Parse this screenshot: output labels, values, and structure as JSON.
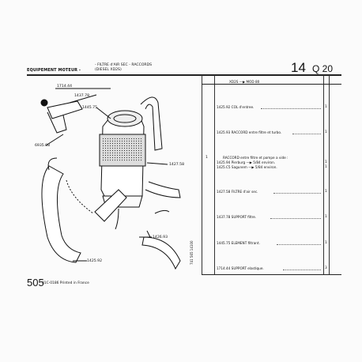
{
  "header": {
    "title": "EQUIPEMENT MOTEUR -",
    "sub_line1": "- FILTRE d'AIR SEC - RACCORDS",
    "sub_line2": "(DIESEL XD2S)",
    "section_number": "14",
    "section_code": "Q 20"
  },
  "drawing_labels": {
    "l1": "1714.44",
    "l2": "1437.78",
    "l3": "1445.75",
    "l4": "6935.08",
    "l5": "1427.58",
    "l6": "1426.93",
    "l7": "1425.92"
  },
  "right_column": {
    "marker_1": "1",
    "col_head": "XD2S",
    "col_head_suffix": "MOD 80"
  },
  "parts": [
    {
      "ref": "1425.92",
      "desc": "COL d'entree.",
      "qty": "1"
    },
    {
      "ref": "1425.93",
      "desc": "RACCORD entre filtre et turbo.",
      "qty": "1"
    },
    {
      "ref": "",
      "desc": "RACCORD entre filtre et pompe a vide :",
      "qty": ""
    },
    {
      "ref": "1425.94",
      "desc": "Pierburg",
      "desc2": "5/84 environ.",
      "qty": "1"
    },
    {
      "ref": "1425.C5",
      "desc": "Sagunem",
      "desc2": "5/84 environ.",
      "qty": "1"
    },
    {
      "ref": "1427.58",
      "desc": "FILTRE d'air sec.",
      "qty": "1"
    },
    {
      "ref": "1437.78",
      "desc": "SUPPORT filtre.",
      "qty": "1"
    },
    {
      "ref": "1445.75",
      "desc": "ELEMENT filtrant.",
      "qty": "1"
    },
    {
      "ref": "1714.44",
      "desc": "SUPPORT elastique.",
      "qty": "3"
    }
  ],
  "footer": {
    "model": "505",
    "printed": "01C-0186 Printed in France",
    "vertical_code": "741 565 14100"
  }
}
